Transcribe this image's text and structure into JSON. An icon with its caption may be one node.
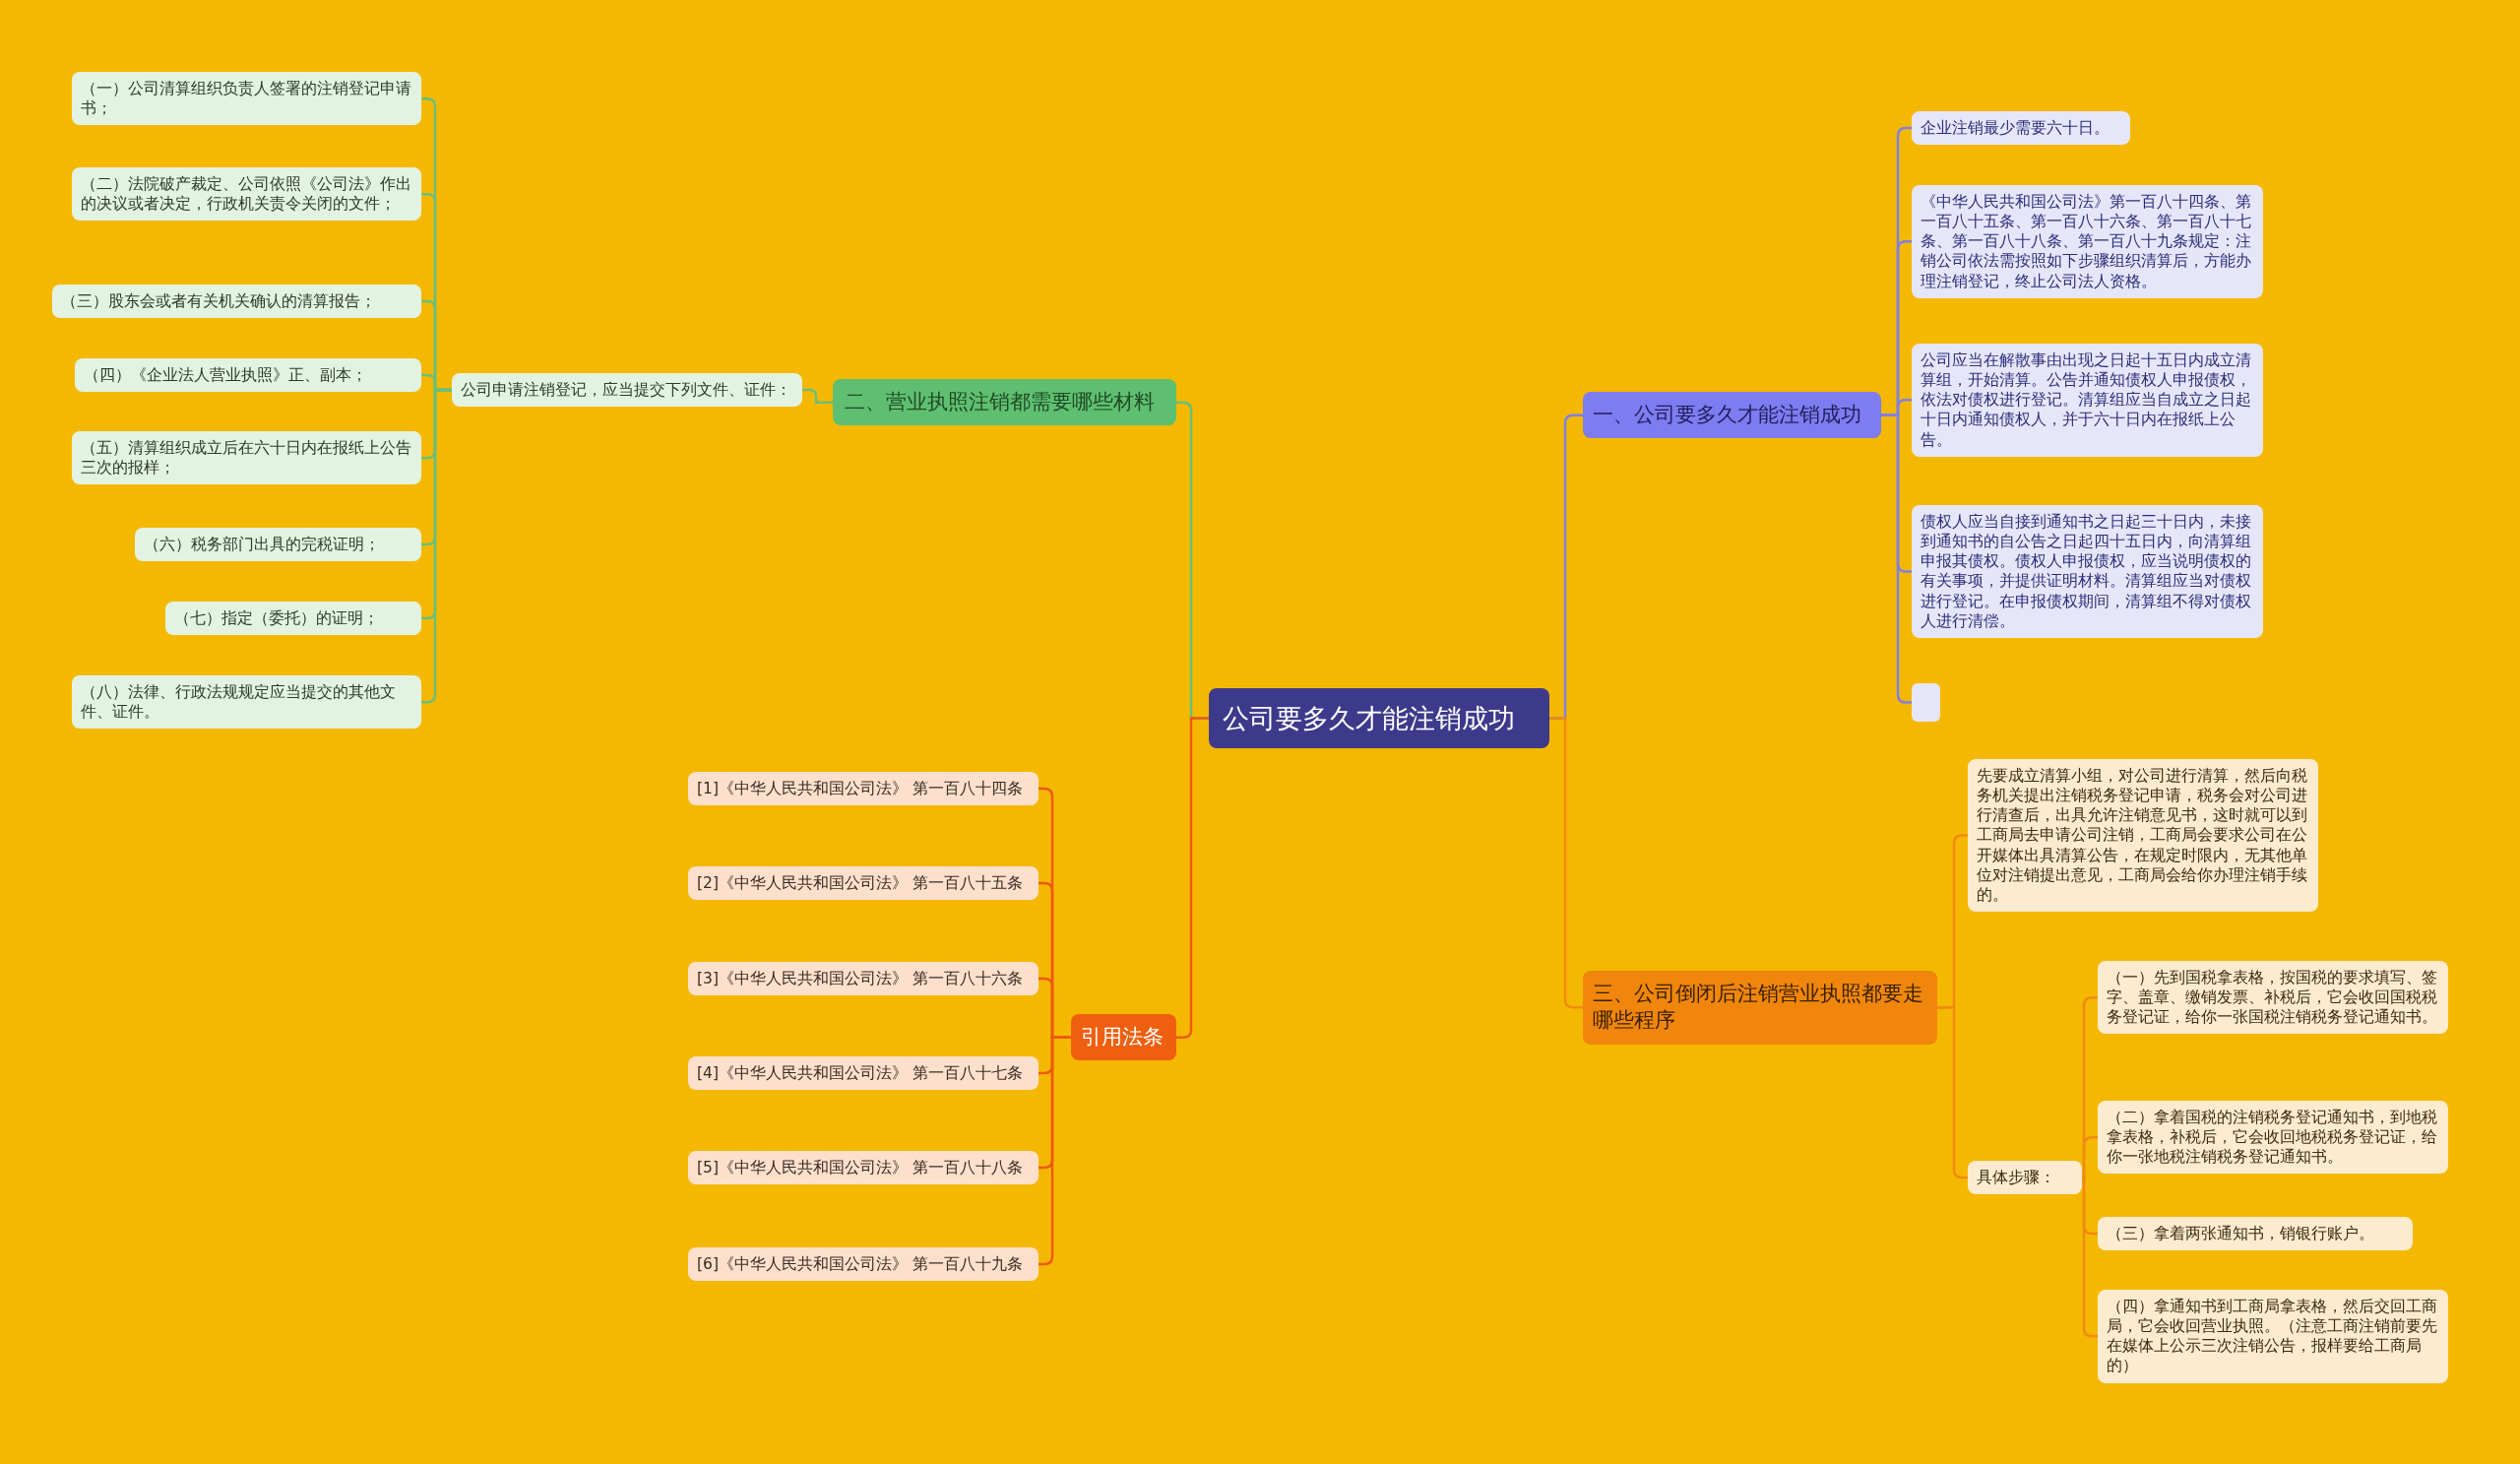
{
  "diagram": {
    "nodes": [
      {
        "text": [
          "公司要多久才能注销成功"
        ]
      },
      {
        "text": [
          "一、公司要多久才能注销成功"
        ]
      },
      {
        "text": [
          "企业注销最少需要六十日。"
        ]
      },
      {
        "text": [
          "《中华人民共和国公司法》第一百八十四条、第一百八十五条、第一百八十六条、第一百八十七条、第一百八十八条、第一百八十九条规定：注销公司依法需按照如下步骤组织清算后，方能办理注销登记，终止公司法人资格。"
        ]
      },
      {
        "text": [
          "公司应当在解散事由出现之日起十五日内成立清算组，开始清算。公告并通知债权人申报债权，依法对债权进行登记。清算组应当自成立之日起十日内通知债权人，并于六十日内在报纸上公告。"
        ]
      },
      {
        "text": [
          "债权人应当自接到通知书之日起三十日内，未接到通知书的自公告之日起四十五日内，向清算组申报其债权。债权人申报债权，应当说明债权的有关事项，并提供证明材料。清算组应当对债权进行登记。在申报债权期间，清算组不得对债权人进行清偿。"
        ]
      },
      {
        "text": [],
        "shape": "box"
      },
      {
        "text": [
          "三、公司倒闭后注销营业执照都要走哪些程序"
        ]
      },
      {
        "text": [
          "先要成立清算小组，对公司进行清算，然后向税务机关提出注销税务登记申请，税务会对公司进行清查后，出具允许注销意见书，这时就可以到工商局去申请公司注销，工商局会要求公司在公开媒体出具清算公告，在规定时限内，无其他单位对注销提出意见，工商局会给你办理注销手续的。"
        ]
      },
      {
        "text": [
          "具体步骤："
        ]
      },
      {
        "text": [
          "（一）先到国税拿表格，按国税的要求填写、签字、盖章、缴销发票、补税后，它会收回国税税务登记证，给你一张国税注销税务登记通知书。"
        ]
      },
      {
        "text": [
          "（二）拿着国税的注销税务登记通知书，到地税拿表格，补税后，它会收回地税税务登记证，给你一张地税注销税务登记通知书。"
        ]
      },
      {
        "text": [
          "（三）拿着两张通知书，销银行账户。"
        ]
      },
      {
        "text": [
          "（四）拿通知书到工商局拿表格，然后交回工商局，它会收回营业执照。（注意工商注销前要先在媒体上公示三次注销公告，报样要给工商局的）"
        ]
      },
      {
        "text": [
          "二、营业执照注销都需要哪些材料"
        ]
      },
      {
        "text": [
          "公司申请注销登记，应当提交下列文件、证件："
        ]
      },
      {
        "text": [
          "（一）公司清算组织负责人签署的注销登记申请书；"
        ]
      },
      {
        "text": [
          "（二）法院破产裁定、公司依照《公司法》作出的决议或者决定，行政机关责令关闭的文件；"
        ]
      },
      {
        "text": [
          "（三）股东会或者有关机关确认的清算报告；"
        ]
      },
      {
        "text": [
          "（四）《企业法人营业执照》正、副本；"
        ]
      },
      {
        "text": [
          "（五）清算组织成立后在六十日内在报纸上公告三次的报样；"
        ]
      },
      {
        "text": [
          "（六）税务部门出具的完税证明；"
        ]
      },
      {
        "text": [
          "（七）指定（委托）的证明；"
        ]
      },
      {
        "text": [
          "（八）法律、行政法规规定应当提交的其他文件、证件。"
        ]
      },
      {
        "text": [
          "引用法条"
        ]
      },
      {
        "text": [
          "[1]《中华人民共和国公司法》 第一百八十四条"
        ]
      },
      {
        "text": [
          "[2]《中华人民共和国公司法》 第一百八十五条"
        ]
      },
      {
        "text": [
          "[3]《中华人民共和国公司法》 第一百八十六条"
        ]
      },
      {
        "text": [
          "[4]《中华人民共和国公司法》 第一百八十七条"
        ]
      },
      {
        "text": [
          "[5]《中华人民共和国公司法》 第一百八十八条"
        ]
      },
      {
        "text": [
          "[6]《中华人民共和国公司法》 第一百八十九条"
        ]
      }
    ],
    "edges": [
      {
        "from": 0,
        "to": 1,
        "arrow": "none",
        "color": "#8080e0"
      },
      {
        "from": 1,
        "to": 2,
        "arrow": "none",
        "color": "#8080e0"
      },
      {
        "from": 1,
        "to": 3,
        "arrow": "none",
        "color": "#8080e0"
      },
      {
        "from": 1,
        "to": 4,
        "arrow": "none",
        "color": "#8080e0"
      },
      {
        "from": 1,
        "to": 5,
        "arrow": "none",
        "color": "#8080e0"
      },
      {
        "from": 1,
        "to": 6,
        "arrow": "none",
        "color": "#8080e0"
      },
      {
        "from": 0,
        "to": 7,
        "arrow": "none",
        "color": "#f08a10"
      },
      {
        "from": 7,
        "to": 8,
        "arrow": "none",
        "color": "#f08a10"
      },
      {
        "from": 7,
        "to": 9,
        "arrow": "none",
        "color": "#f08a10"
      },
      {
        "from": 9,
        "to": 10,
        "arrow": "none",
        "color": "#f08a10"
      },
      {
        "from": 9,
        "to": 11,
        "arrow": "none",
        "color": "#f08a10"
      },
      {
        "from": 9,
        "to": 12,
        "arrow": "none",
        "color": "#f08a10"
      },
      {
        "from": 9,
        "to": 13,
        "arrow": "none",
        "color": "#f08a10"
      },
      {
        "from": 0,
        "to": 14,
        "arrow": "none"
      },
      {
        "from": 14,
        "to": 15,
        "arrow": "none"
      },
      {
        "from": 15,
        "to": 16,
        "arrow": "none"
      },
      {
        "from": 15,
        "to": 17,
        "arrow": "none"
      },
      {
        "from": 15,
        "to": 18,
        "arrow": "none"
      },
      {
        "from": 15,
        "to": 19,
        "arrow": "none"
      },
      {
        "from": 15,
        "to": 20,
        "arrow": "none"
      },
      {
        "from": 15,
        "to": 21,
        "arrow": "none"
      },
      {
        "from": 15,
        "to": 22,
        "arrow": "none"
      },
      {
        "from": 15,
        "to": 23,
        "arrow": "none"
      },
      {
        "from": 0,
        "to": 24,
        "arrow": "none",
        "color": "#ee5a12"
      },
      {
        "from": 24,
        "to": 25,
        "arrow": "none",
        "color": "#ee5a12"
      },
      {
        "from": 24,
        "to": 26,
        "arrow": "none",
        "color": "#ee5a12"
      },
      {
        "from": 24,
        "to": 27,
        "arrow": "none",
        "color": "#ee5a12"
      },
      {
        "from": 24,
        "to": 28,
        "arrow": "none",
        "color": "#ee5a12"
      },
      {
        "from": 24,
        "to": 29,
        "arrow": "none",
        "color": "#ee5a12"
      },
      {
        "from": 24,
        "to": 30,
        "arrow": "none",
        "color": "#ee5a12"
      }
    ]
  }
}
